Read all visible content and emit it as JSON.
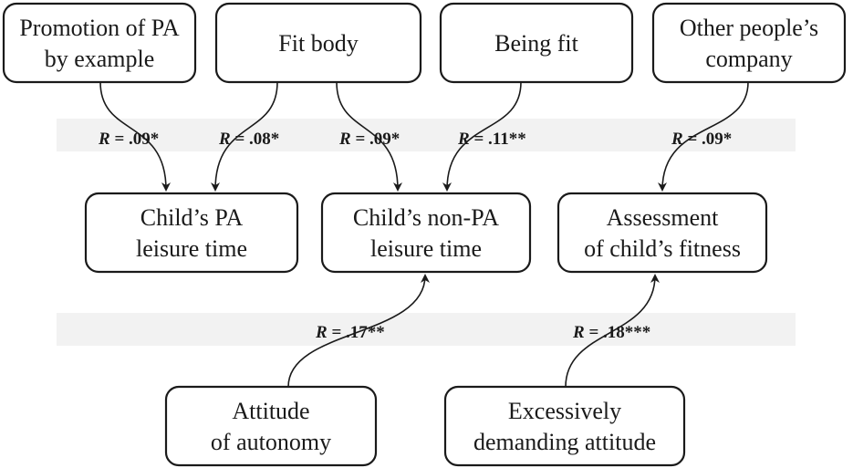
{
  "nodes": {
    "promotion": {
      "lines": [
        "Promotion of PA",
        "by example"
      ]
    },
    "fit_body": {
      "lines": [
        "Fit body"
      ]
    },
    "being_fit": {
      "lines": [
        "Being fit"
      ]
    },
    "company": {
      "lines": [
        "Other people’s",
        "company"
      ]
    },
    "pa_time": {
      "lines": [
        "Child’s PA",
        "leisure time"
      ]
    },
    "non_pa_time": {
      "lines": [
        "Child’s non-PA",
        "leisure time"
      ]
    },
    "assessment": {
      "lines": [
        "Assessment",
        "of child’s fitness"
      ]
    },
    "autonomy": {
      "lines": [
        "Attitude",
        "of autonomy"
      ]
    },
    "demanding": {
      "lines": [
        "Excessively",
        "demanding attitude"
      ]
    }
  },
  "edges": [
    {
      "from": "promotion",
      "to": "pa_time",
      "r_symbol": "R",
      "r_value": " = .09*"
    },
    {
      "from": "fit_body",
      "to": "pa_time",
      "r_symbol": "R",
      "r_value": " = .08*"
    },
    {
      "from": "fit_body",
      "to": "non_pa_time",
      "r_symbol": "R",
      "r_value": " = .09*"
    },
    {
      "from": "being_fit",
      "to": "non_pa_time",
      "r_symbol": "R",
      "r_value": " = .11**"
    },
    {
      "from": "company",
      "to": "assessment",
      "r_symbol": "R",
      "r_value": " = .09*"
    },
    {
      "from": "autonomy",
      "to": "non_pa_time",
      "r_symbol": "R",
      "r_value": " = .17**"
    },
    {
      "from": "demanding",
      "to": "assessment",
      "r_symbol": "R",
      "r_value": " = .18***"
    }
  ],
  "colors": {
    "line": "#1a1a1a",
    "band": "#f2f2f2",
    "box_fill": "#ffffff"
  }
}
